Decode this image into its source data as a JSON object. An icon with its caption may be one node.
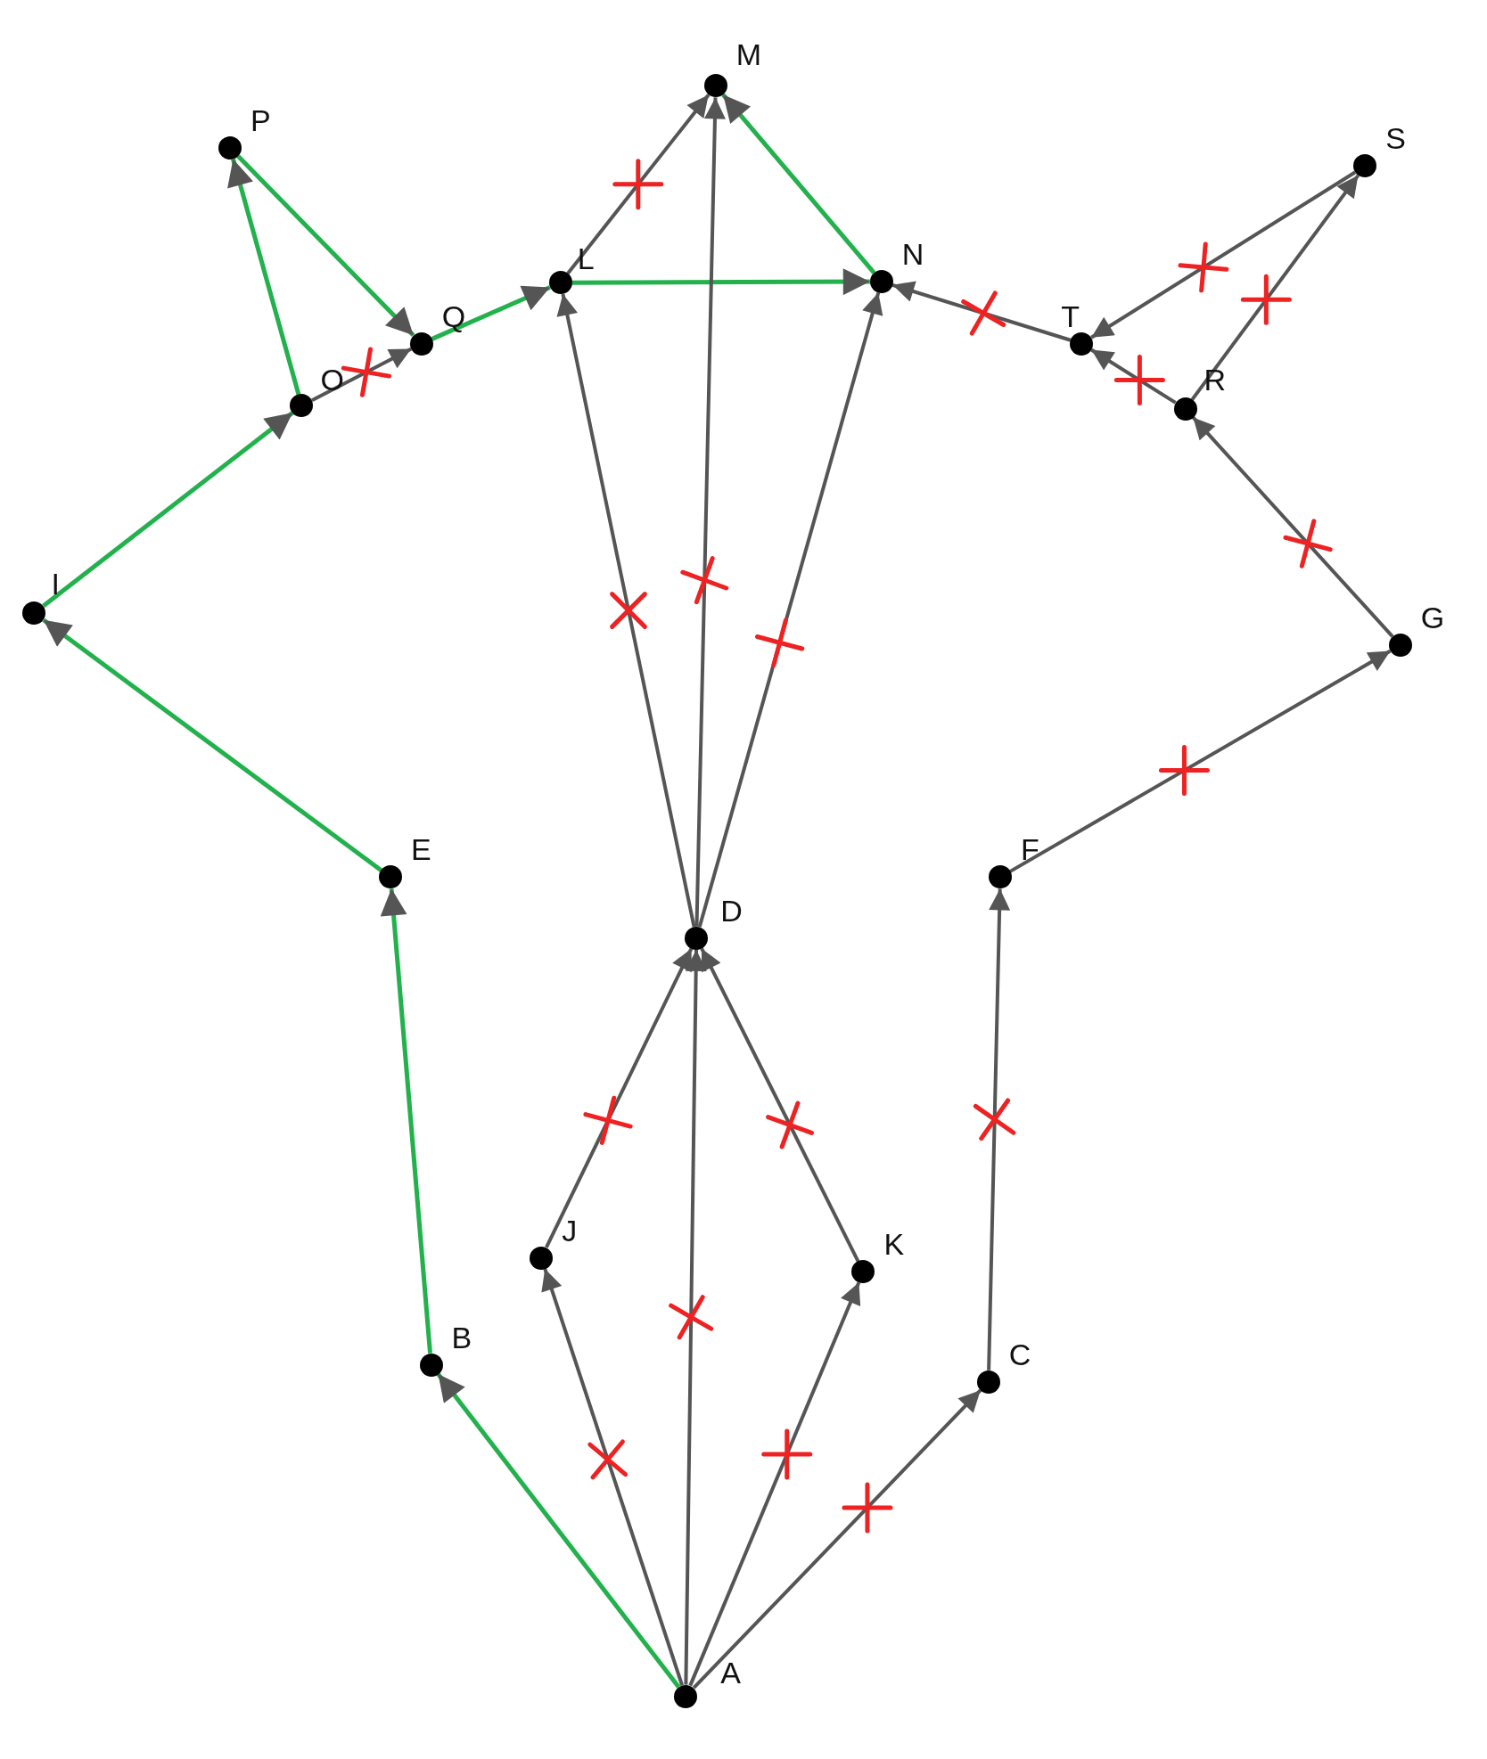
{
  "diagram": {
    "nodes": [
      {
        "text": [],
        "shape": "circle",
        "beside": [
          "A"
        ]
      },
      {
        "text": [],
        "shape": "circle",
        "beside": [
          "B"
        ]
      },
      {
        "text": [],
        "shape": "circle",
        "beside": [
          "C"
        ]
      },
      {
        "text": [],
        "shape": "circle",
        "beside": [
          "D"
        ]
      },
      {
        "text": [],
        "shape": "circle",
        "beside": [
          "E"
        ]
      },
      {
        "text": [],
        "shape": "circle",
        "beside": [
          "F"
        ]
      },
      {
        "text": [],
        "shape": "circle",
        "beside": [
          "G"
        ]
      },
      {
        "text": [],
        "shape": "circle",
        "beside": [
          "I"
        ]
      },
      {
        "text": [],
        "shape": "circle",
        "beside": [
          "J"
        ]
      },
      {
        "text": [],
        "shape": "circle",
        "beside": [
          "K"
        ]
      },
      {
        "text": [],
        "shape": "circle",
        "beside": [
          "L"
        ]
      },
      {
        "text": [],
        "shape": "circle",
        "beside": [
          "M"
        ]
      },
      {
        "text": [],
        "shape": "circle",
        "beside": [
          "N"
        ]
      },
      {
        "text": [],
        "shape": "circle",
        "beside": [
          "O"
        ]
      },
      {
        "text": [],
        "shape": "circle",
        "beside": [
          "P"
        ]
      },
      {
        "text": [],
        "shape": "circle",
        "beside": [
          "Q"
        ]
      },
      {
        "text": [],
        "shape": "circle",
        "beside": [
          "R"
        ]
      },
      {
        "text": [],
        "shape": "circle",
        "beside": [
          "S"
        ]
      },
      {
        "text": [],
        "shape": "circle",
        "beside": [
          "T"
        ]
      }
    ],
    "edges": [
      {
        "from": 0,
        "to": 1,
        "arrow": "to",
        "color": "#22b14c"
      },
      {
        "from": 1,
        "to": 4,
        "arrow": "to",
        "color": "#22b14c"
      },
      {
        "from": 4,
        "to": 7,
        "arrow": "to",
        "color": "#22b14c"
      },
      {
        "from": 7,
        "to": 13,
        "arrow": "to",
        "color": "#22b14c"
      },
      {
        "from": 13,
        "to": 14,
        "arrow": "to",
        "color": "#22b14c"
      },
      {
        "from": 14,
        "to": 15,
        "arrow": "to",
        "color": "#22b14c"
      },
      {
        "from": 13,
        "to": 15,
        "arrow": "to"
      },
      {
        "from": 15,
        "to": 10,
        "arrow": "to",
        "color": "#22b14c"
      },
      {
        "from": 10,
        "to": 12,
        "arrow": "to",
        "color": "#22b14c"
      },
      {
        "from": 10,
        "to": 11,
        "arrow": "to"
      },
      {
        "from": 12,
        "to": 11,
        "arrow": "to",
        "color": "#22b14c"
      },
      {
        "from": 3,
        "to": 10,
        "arrow": "to"
      },
      {
        "from": 3,
        "to": 11,
        "arrow": "to"
      },
      {
        "from": 3,
        "to": 12,
        "arrow": "to"
      },
      {
        "from": 0,
        "to": 8,
        "arrow": "to"
      },
      {
        "from": 8,
        "to": 3,
        "arrow": "to"
      },
      {
        "from": 0,
        "to": 3,
        "arrow": "to"
      },
      {
        "from": 0,
        "to": 9,
        "arrow": "to"
      },
      {
        "from": 9,
        "to": 3,
        "arrow": "to"
      },
      {
        "from": 0,
        "to": 2,
        "arrow": "to"
      },
      {
        "from": 2,
        "to": 5,
        "arrow": "to"
      },
      {
        "from": 5,
        "to": 6,
        "arrow": "to"
      },
      {
        "from": 6,
        "to": 16,
        "arrow": "to"
      },
      {
        "from": 16,
        "to": 18,
        "arrow": "to"
      },
      {
        "from": 18,
        "to": 12,
        "arrow": "to"
      },
      {
        "from": 16,
        "to": 17,
        "arrow": "to"
      },
      {
        "from": 17,
        "to": 18,
        "arrow": "to"
      }
    ]
  }
}
